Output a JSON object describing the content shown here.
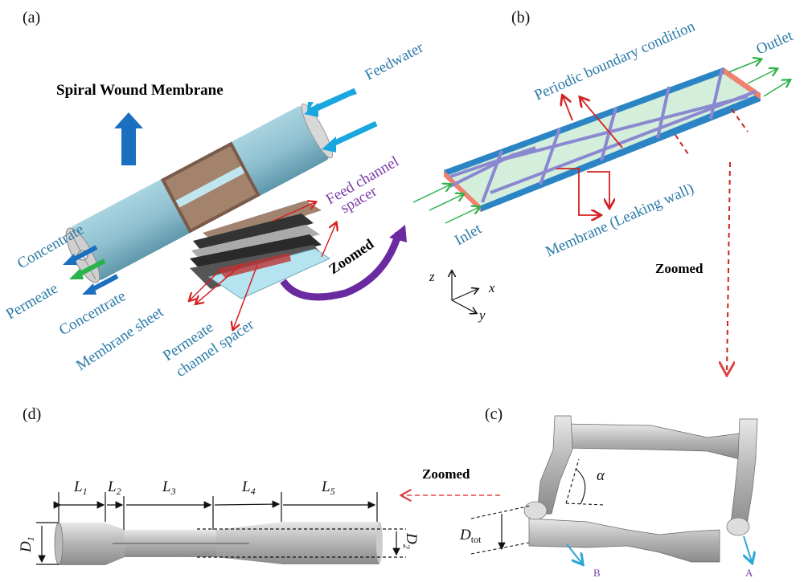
{
  "panels": {
    "a": "(a)",
    "b": "(b)",
    "c": "(c)",
    "d": "(d)"
  },
  "panel_a": {
    "title": "Spiral Wound Membrane",
    "labels": {
      "feedwater": "Feedwater",
      "feed_channel_spacer_line1": "Feed channel",
      "feed_channel_spacer_line2": "spacer",
      "concentrate_top": "Concentrate",
      "permeate": "Permeate",
      "concentrate_bottom": "Concentrate",
      "membrane_sheet": "Membrane sheet",
      "permeate_spacer_line1": "Permeate",
      "permeate_spacer_line2": "channel spacer",
      "zoomed": "Zoomed"
    }
  },
  "panel_b": {
    "labels": {
      "periodic": "Periodic boundary condition",
      "outlet": "Outlet",
      "inlet": "Inlet",
      "membrane": "Membrane (Leaking wall)",
      "zoomed": "Zoomed"
    },
    "axes": {
      "z": "z",
      "x": "x",
      "y": "y"
    }
  },
  "panel_c": {
    "labels": {
      "alpha": "α",
      "d_tot_main": "D",
      "d_tot_sub": "tot",
      "a": "A",
      "b": "B",
      "zoomed": "Zoomed"
    }
  },
  "panel_d": {
    "lengths": [
      {
        "main": "L",
        "sub": "1"
      },
      {
        "main": "L",
        "sub": "2"
      },
      {
        "main": "L",
        "sub": "3"
      },
      {
        "main": "L",
        "sub": "4"
      },
      {
        "main": "L",
        "sub": "5"
      }
    ],
    "d1": {
      "main": "D",
      "sub": "1"
    },
    "d2": {
      "main": "D",
      "sub": "2"
    }
  },
  "colors": {
    "label_blue": "#2a7aa8",
    "label_purple": "#7a3aa8",
    "arrow_red": "#d42020",
    "arrow_green": "#2bb24a",
    "arrow_blue": "#1a6fbf",
    "feed_arrow": "#1aa7e0",
    "zoom_arrow_purple": "#6a2aa0"
  }
}
